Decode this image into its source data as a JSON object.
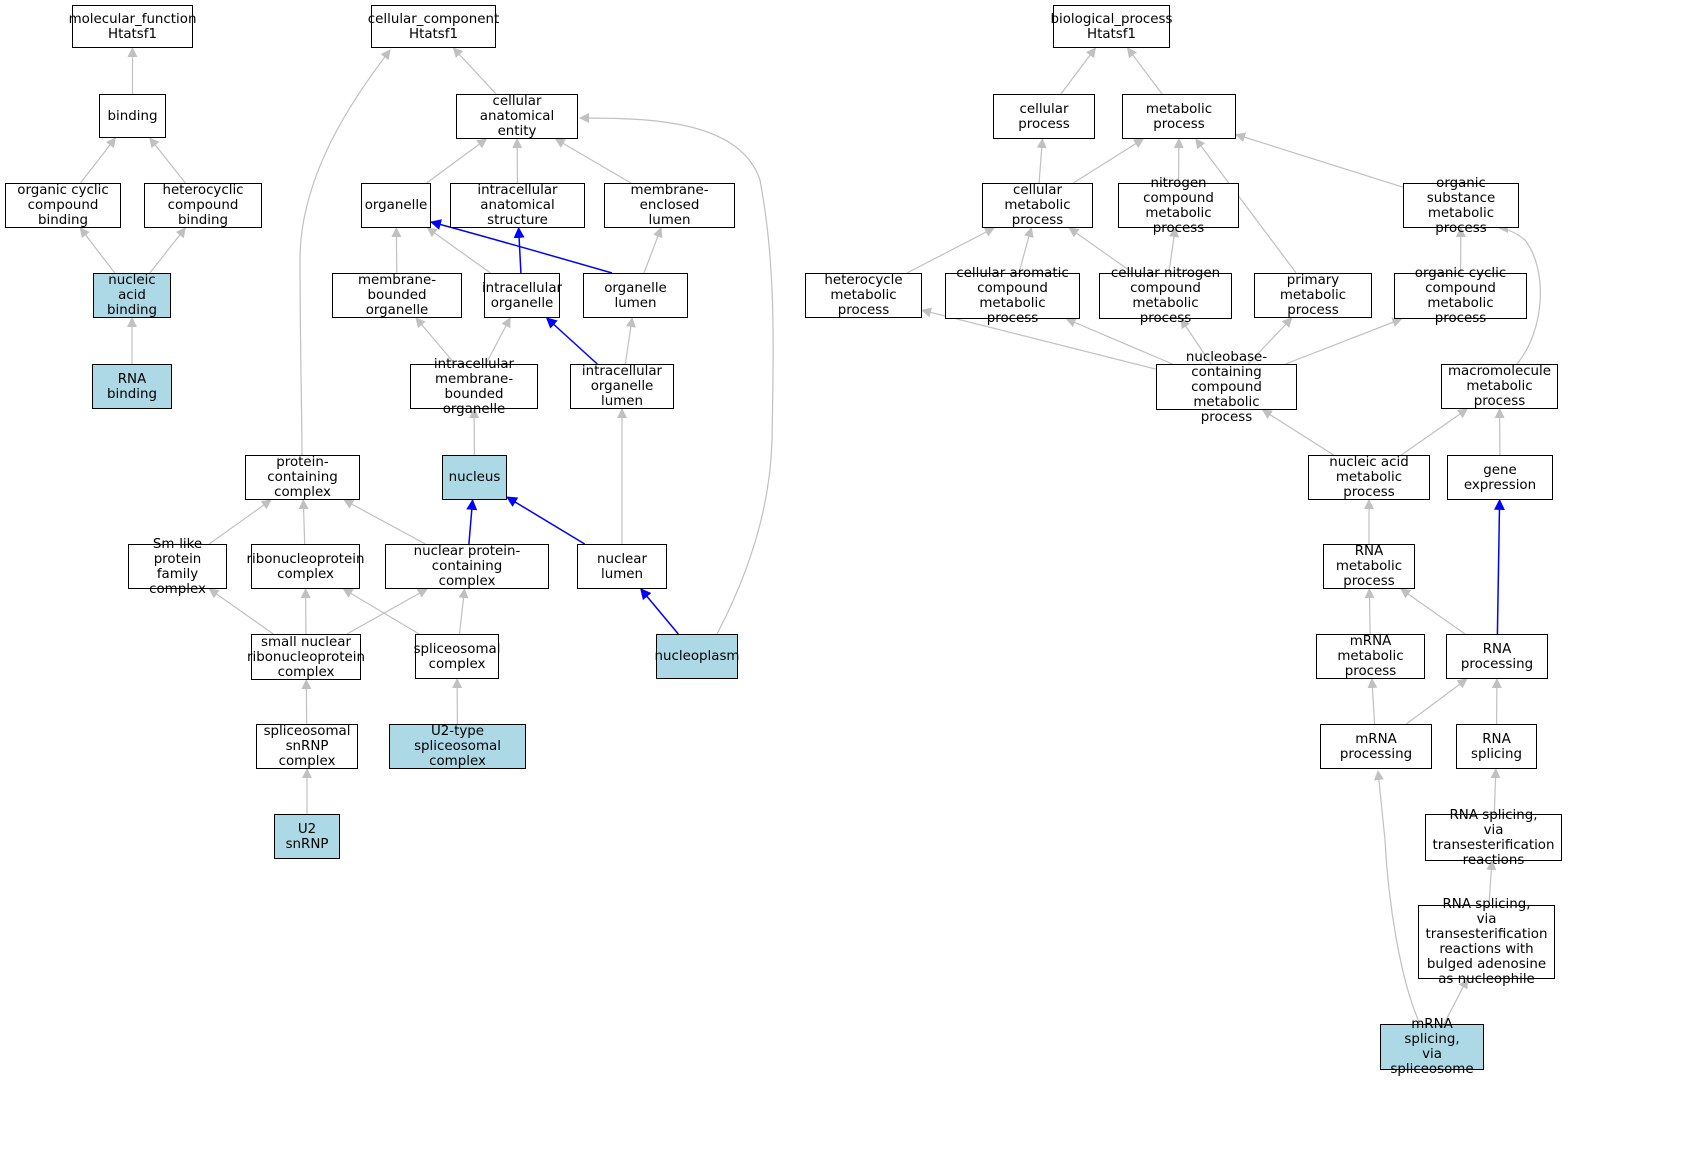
{
  "colors": {
    "highlight_fill": "#add8e6",
    "edge_default": "#c0c0c0",
    "edge_highlight": "#0000ff",
    "node_border": "#000000"
  },
  "nodes": [
    {
      "id": "mf",
      "label": "molecular_function\nHtatsf1",
      "highlighted": false
    },
    {
      "id": "binding",
      "label": "binding",
      "highlighted": false
    },
    {
      "id": "ocb",
      "label": "organic cyclic\ncompound binding",
      "highlighted": false
    },
    {
      "id": "hcb",
      "label": "heterocyclic\ncompound binding",
      "highlighted": false
    },
    {
      "id": "nab",
      "label": "nucleic acid\nbinding",
      "highlighted": true
    },
    {
      "id": "rnab",
      "label": "RNA binding",
      "highlighted": true
    },
    {
      "id": "cc",
      "label": "cellular_component\nHtatsf1",
      "highlighted": false
    },
    {
      "id": "cae",
      "label": "cellular anatomical\nentity",
      "highlighted": false
    },
    {
      "id": "organelle",
      "label": "organelle",
      "highlighted": false
    },
    {
      "id": "ias",
      "label": "intracellular\nanatomical structure",
      "highlighted": false
    },
    {
      "id": "mel",
      "label": "membrane-enclosed\nlumen",
      "highlighted": false
    },
    {
      "id": "mbo",
      "label": "membrane-bounded\norganelle",
      "highlighted": false
    },
    {
      "id": "io",
      "label": "intracellular\norganelle",
      "highlighted": false
    },
    {
      "id": "ol",
      "label": "organelle lumen",
      "highlighted": false
    },
    {
      "id": "imbo",
      "label": "intracellular\nmembrane-bounded\norganelle",
      "highlighted": false
    },
    {
      "id": "iol",
      "label": "intracellular\norganelle lumen",
      "highlighted": false
    },
    {
      "id": "nucleus",
      "label": "nucleus",
      "highlighted": true
    },
    {
      "id": "pcc",
      "label": "protein-containing\ncomplex",
      "highlighted": false
    },
    {
      "id": "smlike",
      "label": "Sm-like protein\nfamily complex",
      "highlighted": false
    },
    {
      "id": "rnp",
      "label": "ribonucleoprotein\ncomplex",
      "highlighted": false
    },
    {
      "id": "npcc",
      "label": "nuclear protein-containing\ncomplex",
      "highlighted": false
    },
    {
      "id": "nlumen",
      "label": "nuclear lumen",
      "highlighted": false
    },
    {
      "id": "snrnp",
      "label": "small nuclear\nribonucleoprotein\ncomplex",
      "highlighted": false
    },
    {
      "id": "spliceo",
      "label": "spliceosomal\ncomplex",
      "highlighted": false
    },
    {
      "id": "nucleoplasm",
      "label": "nucleoplasm",
      "highlighted": true
    },
    {
      "id": "ssnrnp",
      "label": "spliceosomal\nsnRNP complex",
      "highlighted": false
    },
    {
      "id": "u2type",
      "label": "U2-type spliceosomal\ncomplex",
      "highlighted": true
    },
    {
      "id": "u2",
      "label": "U2 snRNP",
      "highlighted": true
    },
    {
      "id": "bp",
      "label": "biological_process\nHtatsf1",
      "highlighted": false
    },
    {
      "id": "cp",
      "label": "cellular process",
      "highlighted": false
    },
    {
      "id": "mp",
      "label": "metabolic process",
      "highlighted": false
    },
    {
      "id": "cmp",
      "label": "cellular metabolic\nprocess",
      "highlighted": false
    },
    {
      "id": "ncmp",
      "label": "nitrogen compound\nmetabolic process",
      "highlighted": false
    },
    {
      "id": "osmp",
      "label": "organic substance\nmetabolic process",
      "highlighted": false
    },
    {
      "id": "hmp",
      "label": "heterocycle\nmetabolic process",
      "highlighted": false
    },
    {
      "id": "cacmp",
      "label": "cellular aromatic\ncompound metabolic\nprocess",
      "highlighted": false
    },
    {
      "id": "cncmp",
      "label": "cellular nitrogen\ncompound metabolic\nprocess",
      "highlighted": false
    },
    {
      "id": "pmp",
      "label": "primary metabolic\nprocess",
      "highlighted": false
    },
    {
      "id": "occmp",
      "label": "organic cyclic\ncompound metabolic\nprocess",
      "highlighted": false
    },
    {
      "id": "nbcmp",
      "label": "nucleobase-containing\ncompound metabolic\nprocess",
      "highlighted": false
    },
    {
      "id": "mmp",
      "label": "macromolecule\nmetabolic process",
      "highlighted": false
    },
    {
      "id": "namp",
      "label": "nucleic acid\nmetabolic process",
      "highlighted": false
    },
    {
      "id": "ge",
      "label": "gene expression",
      "highlighted": false
    },
    {
      "id": "rmp",
      "label": "RNA metabolic\nprocess",
      "highlighted": false
    },
    {
      "id": "mrmp",
      "label": "mRNA metabolic\nprocess",
      "highlighted": false
    },
    {
      "id": "rproc",
      "label": "RNA processing",
      "highlighted": false
    },
    {
      "id": "mrproc",
      "label": "mRNA processing",
      "highlighted": false
    },
    {
      "id": "rsplice",
      "label": "RNA splicing",
      "highlighted": false
    },
    {
      "id": "rsvt",
      "label": "RNA splicing,\nvia transesterification\nreactions",
      "highlighted": false
    },
    {
      "id": "rsvtb",
      "label": "RNA splicing,\nvia transesterification\nreactions with\nbulged adenosine\nas nucleophile",
      "highlighted": false
    },
    {
      "id": "mrsvs",
      "label": "mRNA splicing,\nvia spliceosome",
      "highlighted": true
    }
  ],
  "edges": [
    {
      "from": "binding",
      "to": "mf",
      "highlighted": false
    },
    {
      "from": "ocb",
      "to": "binding",
      "highlighted": false
    },
    {
      "from": "hcb",
      "to": "binding",
      "highlighted": false
    },
    {
      "from": "nab",
      "to": "ocb",
      "highlighted": false
    },
    {
      "from": "nab",
      "to": "hcb",
      "highlighted": false
    },
    {
      "from": "rnab",
      "to": "nab",
      "highlighted": false
    },
    {
      "from": "cae",
      "to": "cc",
      "highlighted": false
    },
    {
      "from": "pcc",
      "to": "cc",
      "highlighted": false
    },
    {
      "from": "organelle",
      "to": "cae",
      "highlighted": false
    },
    {
      "from": "ias",
      "to": "cae",
      "highlighted": false
    },
    {
      "from": "mel",
      "to": "cae",
      "highlighted": false
    },
    {
      "from": "nucleoplasm",
      "to": "cae",
      "highlighted": false
    },
    {
      "from": "mbo",
      "to": "organelle",
      "highlighted": false
    },
    {
      "from": "io",
      "to": "organelle",
      "highlighted": false
    },
    {
      "from": "ol",
      "to": "organelle",
      "highlighted": true
    },
    {
      "from": "io",
      "to": "ias",
      "highlighted": true
    },
    {
      "from": "ol",
      "to": "mel",
      "highlighted": false
    },
    {
      "from": "imbo",
      "to": "mbo",
      "highlighted": false
    },
    {
      "from": "imbo",
      "to": "io",
      "highlighted": false
    },
    {
      "from": "iol",
      "to": "io",
      "highlighted": true
    },
    {
      "from": "iol",
      "to": "ol",
      "highlighted": false
    },
    {
      "from": "nucleus",
      "to": "imbo",
      "highlighted": false
    },
    {
      "from": "nlumen",
      "to": "iol",
      "highlighted": false
    },
    {
      "from": "nlumen",
      "to": "nucleus",
      "highlighted": true
    },
    {
      "from": "npcc",
      "to": "nucleus",
      "highlighted": true
    },
    {
      "from": "smlike",
      "to": "pcc",
      "highlighted": false
    },
    {
      "from": "rnp",
      "to": "pcc",
      "highlighted": false
    },
    {
      "from": "npcc",
      "to": "pcc",
      "highlighted": false
    },
    {
      "from": "snrnp",
      "to": "smlike",
      "highlighted": false
    },
    {
      "from": "snrnp",
      "to": "rnp",
      "highlighted": false
    },
    {
      "from": "snrnp",
      "to": "npcc",
      "highlighted": false
    },
    {
      "from": "spliceo",
      "to": "rnp",
      "highlighted": false
    },
    {
      "from": "spliceo",
      "to": "npcc",
      "highlighted": false
    },
    {
      "from": "nucleoplasm",
      "to": "nlumen",
      "highlighted": true
    },
    {
      "from": "ssnrnp",
      "to": "snrnp",
      "highlighted": false
    },
    {
      "from": "u2type",
      "to": "spliceo",
      "highlighted": false
    },
    {
      "from": "u2",
      "to": "ssnrnp",
      "highlighted": false
    },
    {
      "from": "cp",
      "to": "bp",
      "highlighted": false
    },
    {
      "from": "mp",
      "to": "bp",
      "highlighted": false
    },
    {
      "from": "cmp",
      "to": "cp",
      "highlighted": false
    },
    {
      "from": "cmp",
      "to": "mp",
      "highlighted": false
    },
    {
      "from": "ncmp",
      "to": "mp",
      "highlighted": false
    },
    {
      "from": "pmp",
      "to": "mp",
      "highlighted": false
    },
    {
      "from": "osmp",
      "to": "mp",
      "highlighted": false
    },
    {
      "from": "hmp",
      "to": "cmp",
      "highlighted": false
    },
    {
      "from": "cacmp",
      "to": "cmp",
      "highlighted": false
    },
    {
      "from": "cncmp",
      "to": "cmp",
      "highlighted": false
    },
    {
      "from": "cncmp",
      "to": "ncmp",
      "highlighted": false
    },
    {
      "from": "occmp",
      "to": "osmp",
      "highlighted": false
    },
    {
      "from": "mmp",
      "to": "osmp",
      "highlighted": false
    },
    {
      "from": "nbcmp",
      "to": "hmp",
      "highlighted": false
    },
    {
      "from": "nbcmp",
      "to": "cacmp",
      "highlighted": false
    },
    {
      "from": "nbcmp",
      "to": "cncmp",
      "highlighted": false
    },
    {
      "from": "nbcmp",
      "to": "pmp",
      "highlighted": false
    },
    {
      "from": "nbcmp",
      "to": "occmp",
      "highlighted": false
    },
    {
      "from": "namp",
      "to": "nbcmp",
      "highlighted": false
    },
    {
      "from": "namp",
      "to": "mmp",
      "highlighted": false
    },
    {
      "from": "ge",
      "to": "mmp",
      "highlighted": false
    },
    {
      "from": "rmp",
      "to": "namp",
      "highlighted": false
    },
    {
      "from": "mrmp",
      "to": "rmp",
      "highlighted": false
    },
    {
      "from": "rproc",
      "to": "rmp",
      "highlighted": false
    },
    {
      "from": "rproc",
      "to": "ge",
      "highlighted": true
    },
    {
      "from": "mrproc",
      "to": "mrmp",
      "highlighted": false
    },
    {
      "from": "mrproc",
      "to": "rproc",
      "highlighted": false
    },
    {
      "from": "rsplice",
      "to": "rproc",
      "highlighted": false
    },
    {
      "from": "rsvt",
      "to": "rsplice",
      "highlighted": false
    },
    {
      "from": "rsvtb",
      "to": "rsvt",
      "highlighted": false
    },
    {
      "from": "mrsvs",
      "to": "rsvtb",
      "highlighted": false
    },
    {
      "from": "mrsvs",
      "to": "mrproc",
      "highlighted": false
    }
  ]
}
